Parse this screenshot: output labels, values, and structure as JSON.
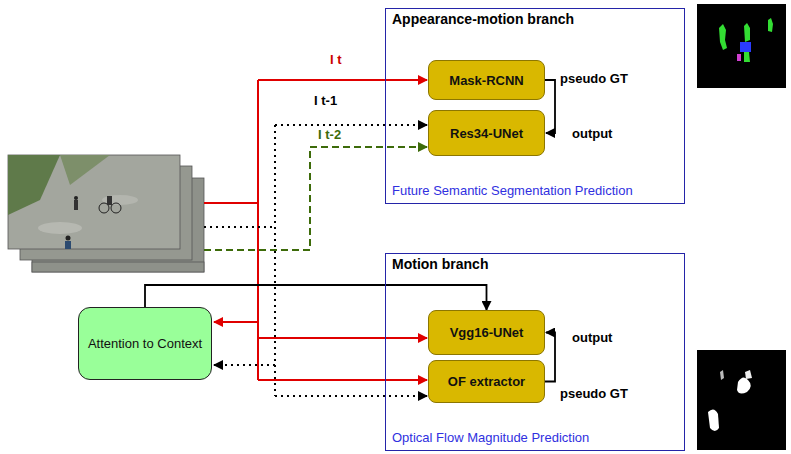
{
  "diagram": {
    "nodes": [
      {
        "text": [
          "Appearance-motion branch",
          "Future Semantic Segmentation Prediction"
        ]
      },
      {
        "text": [
          "Mask-RCNN"
        ],
        "in": 0
      },
      {
        "text": [
          "Res34-UNet"
        ],
        "in": 0
      },
      {
        "text": [
          "Attention to Context"
        ]
      },
      {
        "text": [
          "Motion branch",
          "Optical Flow Magnitude Prediction"
        ]
      },
      {
        "text": [
          "Vgg16-UNet"
        ],
        "in": 4
      },
      {
        "text": [
          "OF extractor"
        ],
        "in": 4
      }
    ],
    "edges": [
      {
        "from": 1,
        "to": 2,
        "arrow": "to"
      },
      {
        "from": 6,
        "to": 5,
        "arrow": "to"
      },
      {
        "from": 3,
        "to": 5,
        "arrow": "to"
      }
    ],
    "labels": [
      "I t",
      "I t-1",
      "I t-2",
      "pseudo GT",
      "output",
      "output",
      "pseudo GT"
    ]
  }
}
